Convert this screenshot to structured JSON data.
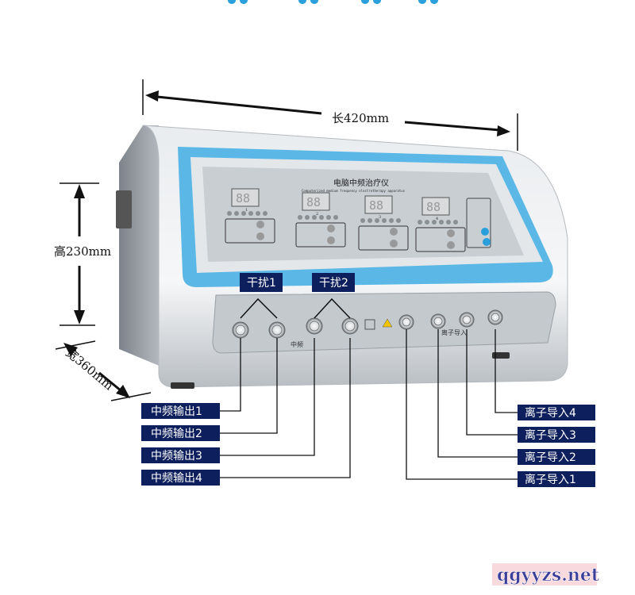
{
  "dimensions": {
    "length": "长420mm",
    "height": "高230mm",
    "width": "宽360mm"
  },
  "device": {
    "title_cn": "电脑中频治疗仪",
    "title_en": "Computerized medium frequency electrotherapy apparatus",
    "channel_numbers": [
      "1",
      "2",
      "3",
      "4"
    ],
    "display_value": "88",
    "front_label_medium": "中频",
    "front_label_ion": "离子导入"
  },
  "interference_labels": [
    "干扰1",
    "干扰2"
  ],
  "left_callouts": [
    "中频输出1",
    "中频输出2",
    "中频输出3",
    "中频输出4"
  ],
  "right_callouts": [
    "离子导入4",
    "离子导入3",
    "离子导入2",
    "离子导入1"
  ],
  "watermark": "qgyyzs.net",
  "colors": {
    "label_bg": "#0d1f5c",
    "frame_blue": "#5bb8e6",
    "panel_gray": "#c9ced3",
    "button_blue": "#2a9fdc"
  }
}
